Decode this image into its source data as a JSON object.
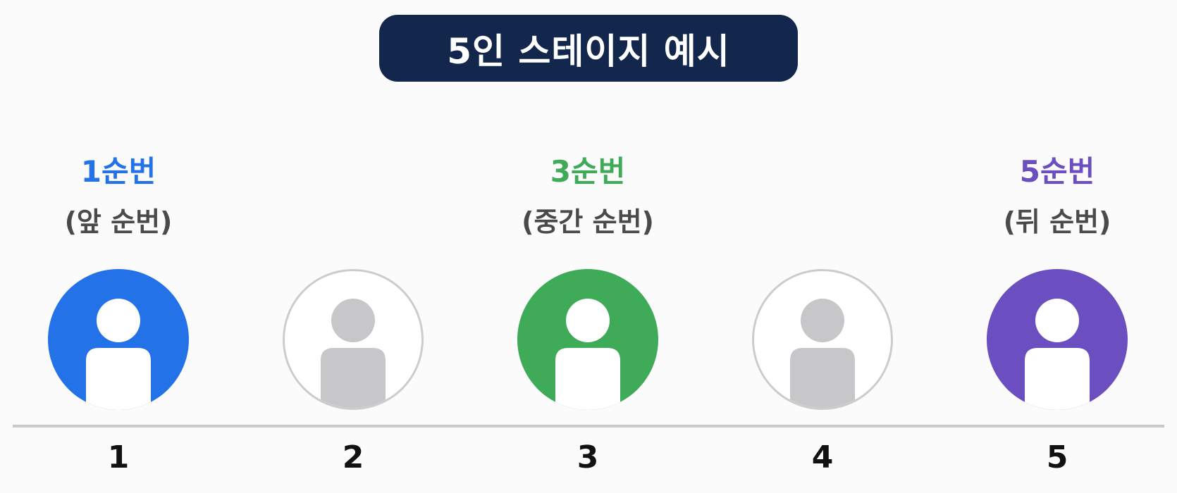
{
  "title": "5인 스테이지 예시",
  "colors": {
    "title_bg": "#13264b",
    "first": "#2472e8",
    "middle": "#3faa58",
    "last": "#6b4ec0",
    "empty_icon": "#c7c7c9",
    "empty_border": "#cccccc"
  },
  "slots": [
    {
      "number": "1",
      "heading": "1순번",
      "sub": "(앞 순번)",
      "color": "#2472e8",
      "icon": "person-icon-filled"
    },
    {
      "number": "2",
      "heading": "",
      "sub": "",
      "color": "",
      "icon": "person-icon-outline"
    },
    {
      "number": "3",
      "heading": "3순번",
      "sub": "(중간 순번)",
      "color": "#3faa58",
      "icon": "person-icon-filled"
    },
    {
      "number": "4",
      "heading": "",
      "sub": "",
      "color": "",
      "icon": "person-icon-outline"
    },
    {
      "number": "5",
      "heading": "5순번",
      "sub": "(뒤 순번)",
      "color": "#6b4ec0",
      "icon": "person-icon-filled"
    }
  ]
}
